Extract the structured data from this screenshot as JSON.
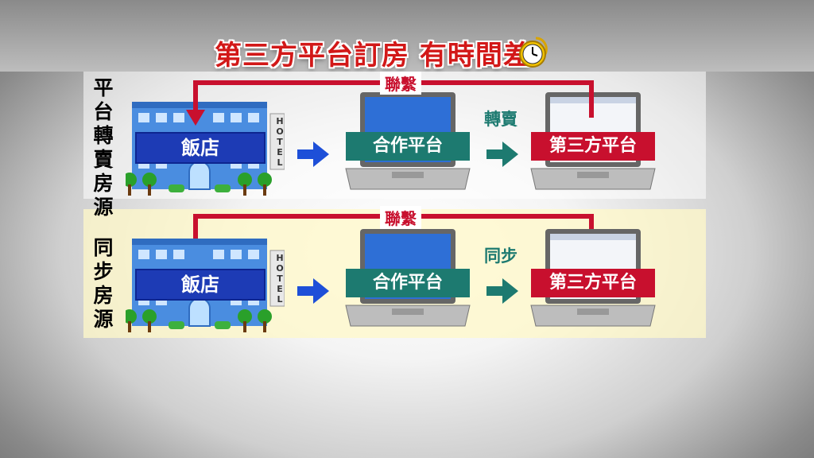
{
  "title": "第三方平台訂房 有時間差",
  "row1": {
    "label": "平台轉賣房源",
    "hotel": "飯店",
    "hotel_sign": "HOTEL",
    "partner": "合作平台",
    "third_party": "第三方平台",
    "action": "轉賣",
    "link": "聯繫"
  },
  "row2": {
    "label": "同步房源",
    "hotel": "飯店",
    "hotel_sign": "HOTEL",
    "partner": "合作平台",
    "third_party": "第三方平台",
    "action": "同步",
    "link": "聯繫"
  },
  "colors": {
    "title_red": "#d21818",
    "hotel_blue": "#1d3bb5",
    "partner_teal": "#1d7a70",
    "third_party_red": "#c8102e",
    "arrow_blue": "#1d4fd8",
    "arrow_teal": "#1d7a70"
  }
}
